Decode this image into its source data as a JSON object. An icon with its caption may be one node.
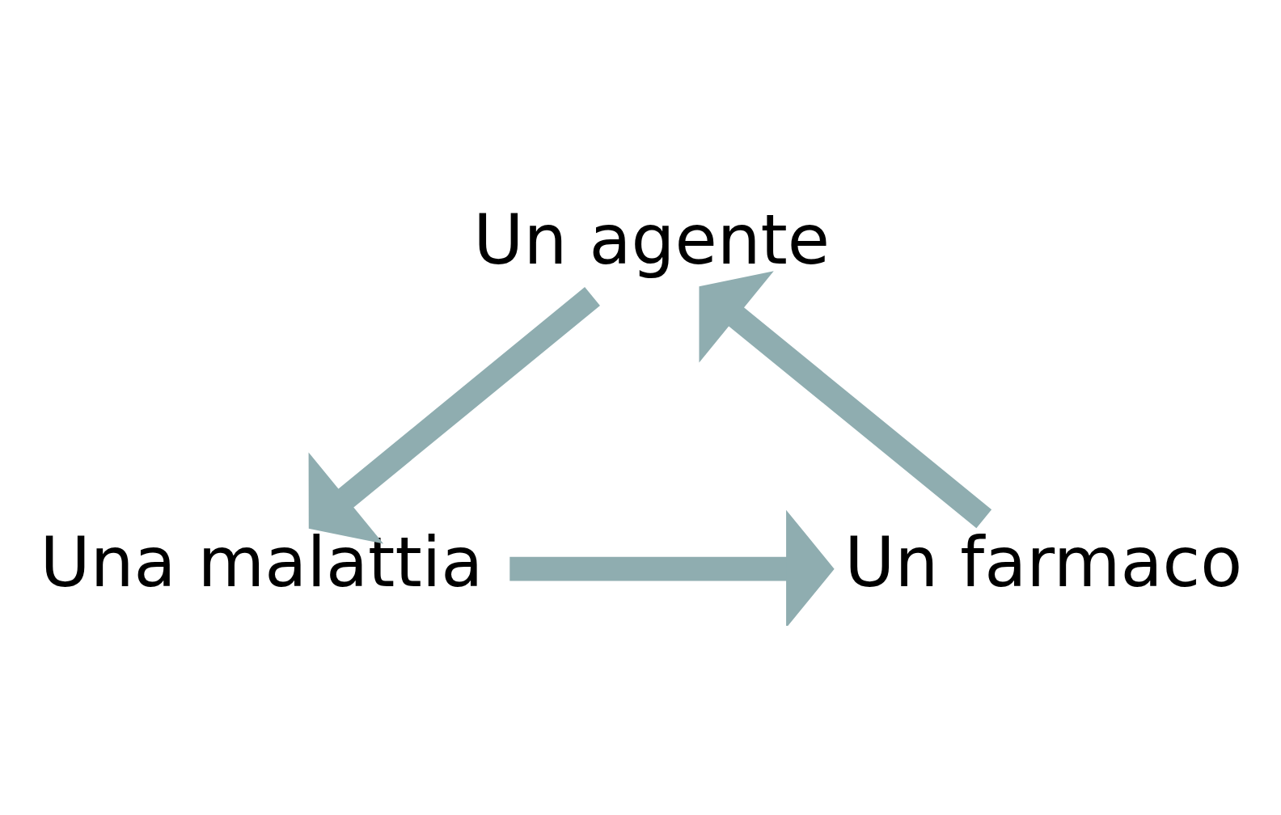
{
  "diagram": {
    "nodes": [
      {
        "text": [
          "Un agente"
        ]
      },
      {
        "text": [
          "Una malattia"
        ]
      },
      {
        "text": [
          "Un farmaco"
        ]
      }
    ],
    "edges": [
      {
        "from": 0,
        "to": 1,
        "arrow": "to"
      },
      {
        "from": 1,
        "to": 2,
        "arrow": "to"
      },
      {
        "from": 2,
        "to": 0,
        "arrow": "to"
      }
    ]
  }
}
